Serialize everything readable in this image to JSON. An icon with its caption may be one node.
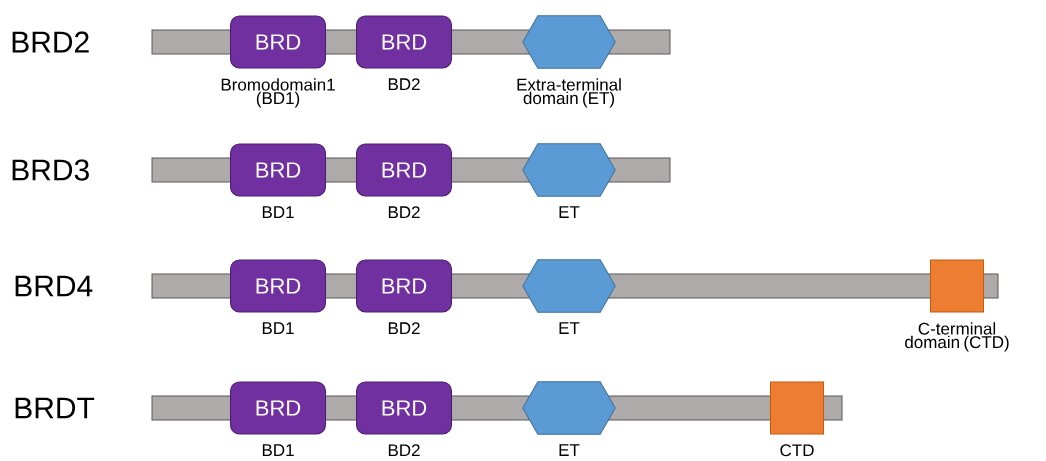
{
  "diagram": {
    "nodes": [
      {
        "text": [],
        "shape": "bar",
        "beside": [
          "BRD2"
        ]
      },
      {
        "text": [
          "BRD"
        ],
        "beside": [
          "Bromodomain1 (BD1)"
        ]
      },
      {
        "text": [
          "BRD"
        ],
        "beside": [
          "BD2"
        ]
      },
      {
        "text": [],
        "shape": "hexagon",
        "beside": [
          "Extra-terminal domain (ET)"
        ]
      },
      {
        "text": [],
        "shape": "bar",
        "beside": [
          "BRD3"
        ]
      },
      {
        "text": [
          "BRD"
        ],
        "beside": [
          "BD1"
        ]
      },
      {
        "text": [
          "BRD"
        ],
        "beside": [
          "BD2"
        ]
      },
      {
        "text": [],
        "shape": "hexagon",
        "beside": [
          "ET"
        ]
      },
      {
        "text": [],
        "shape": "bar",
        "beside": [
          "BRD4"
        ]
      },
      {
        "text": [
          "BRD"
        ],
        "beside": [
          "BD1"
        ]
      },
      {
        "text": [
          "BRD"
        ],
        "beside": [
          "BD2"
        ]
      },
      {
        "text": [],
        "shape": "hexagon",
        "beside": [
          "ET"
        ]
      },
      {
        "text": [],
        "shape": "box",
        "beside": [
          "C-terminal domain (CTD)"
        ]
      },
      {
        "text": [],
        "shape": "bar",
        "beside": [
          "BRDT"
        ]
      },
      {
        "text": [
          "BRD"
        ],
        "beside": [
          "BD1"
        ]
      },
      {
        "text": [
          "BRD"
        ],
        "beside": [
          "BD2"
        ]
      },
      {
        "text": [],
        "shape": "hexagon",
        "beside": [
          "ET"
        ]
      },
      {
        "text": [],
        "shape": "box",
        "beside": [
          "CTD"
        ]
      }
    ],
    "edges": []
  }
}
